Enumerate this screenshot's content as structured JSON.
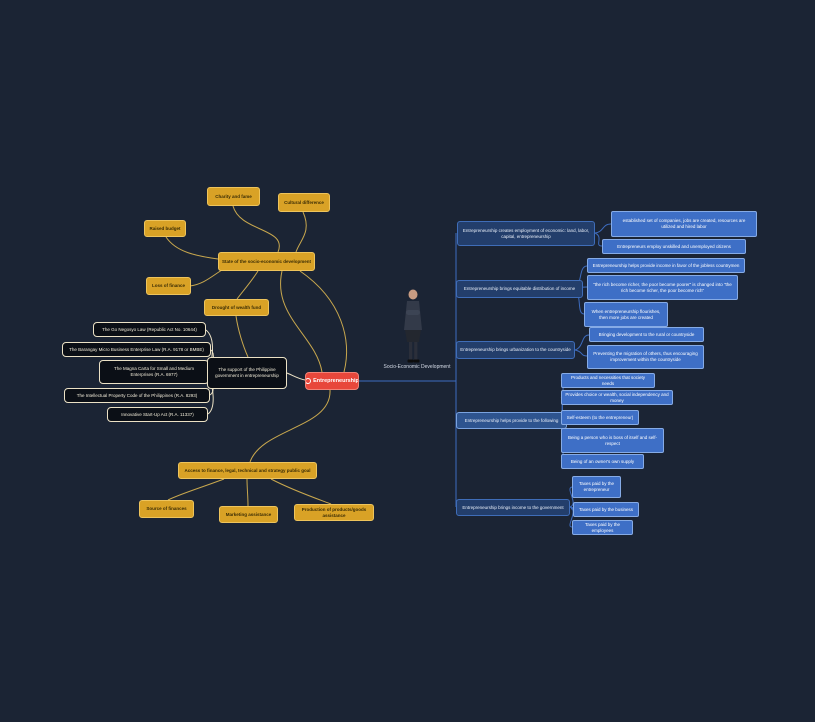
{
  "colors": {
    "background": "#1b2434",
    "node_yellow": "#d9a226",
    "node_black": "#0b0f16",
    "node_red": "#e8473b",
    "branch_blue": "#233e6b",
    "leaf_blue": "#3e6fc6",
    "line_yellow": "#c9a84e",
    "line_cream": "#ece2c6",
    "line_blue": "#3d6cc0"
  },
  "center_node": {
    "label": "Entrepreneurship"
  },
  "development_label": "Socio-Economic Development",
  "development_state": {
    "parent": "State of the socio-economic development",
    "children": [
      "Charity and fame",
      "Cultural difference",
      "Raised budget",
      "Loss of finance",
      "Drought of wealth fund"
    ]
  },
  "government_support": {
    "parent": "The support of the Philippine government in entrepreneurship",
    "laws": [
      "The Go Negosyo Law (Republic Act No. 10644)",
      "The Barangay Micro Business Enterprise Law (R.A. 9178 or BMBE)",
      "The Magna Carta for Small and Medium Enterprises (R.A. 6977)",
      "The Intellectual Property Code of the Philippines (R.A. 8293)",
      "Innovative Start-Up Act (R.A. 11337)"
    ]
  },
  "government_assistance": {
    "parent": "Access to finance, legal, technical and strategy public goal",
    "children": [
      "Source of finances",
      "Marketing assistance",
      "Production of products/goods assistance"
    ]
  },
  "benefits": {
    "branches": [
      {
        "label": "Entrepreneurship creates employment of economic: land, labor, capital, entrepreneurship",
        "children": [
          "established set of companies, jobs are created, resources are utilized and hired labor",
          "Entrepreneurs employ unskilled and unemployed citizens"
        ]
      },
      {
        "label": "Entrepreneurship brings equitable distribution of income",
        "children": [
          "Entrepreneurship helps provide income in favor of the jobless countrymen",
          "\"the rich become richer, the poor become poorer\" is changed into \"the rich become richer, the poor become rich\"",
          "When entrepreneurship flourishes, then more jobs are created"
        ]
      },
      {
        "label": "Entrepreneurship brings urbanization to the countryside",
        "children": [
          "Bringing development to the rural or countryside",
          "Preventing the migration of others, thus encouraging improvement within the countryside"
        ]
      },
      {
        "label": "Entrepreneurship helps provide to the following",
        "children": [
          "Products and necessities that society needs",
          "Provides choice or wealth, social independency and money",
          "Self-esteem (to the entrepreneur)",
          "Being a person who is boss of itself and self-respect",
          "Being of an owner's own supply"
        ]
      },
      {
        "label": "Entrepreneurship brings income to the government",
        "children": [
          "Taxes paid by the entrepreneur",
          "Taxes paid by the business",
          "Taxes paid by the employees"
        ]
      }
    ]
  }
}
